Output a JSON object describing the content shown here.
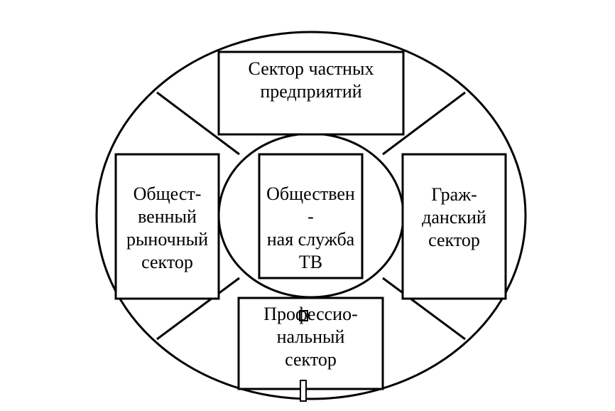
{
  "diagram": {
    "sectors": {
      "top": {
        "label": "Сектор частных\nпредприятий "
      },
      "left": {
        "label": "Общест-\nвенный\nрыночный\nсектор"
      },
      "center": {
        "label": "Обществен\n-\nная служба\nТВ"
      },
      "right": {
        "label": "Граж-\nданский\nсектор"
      },
      "bottom": {
        "label": "Профессио-\nнальный\nсектор"
      }
    },
    "colors": {
      "stroke": "#000000",
      "background": "#ffffff"
    }
  }
}
